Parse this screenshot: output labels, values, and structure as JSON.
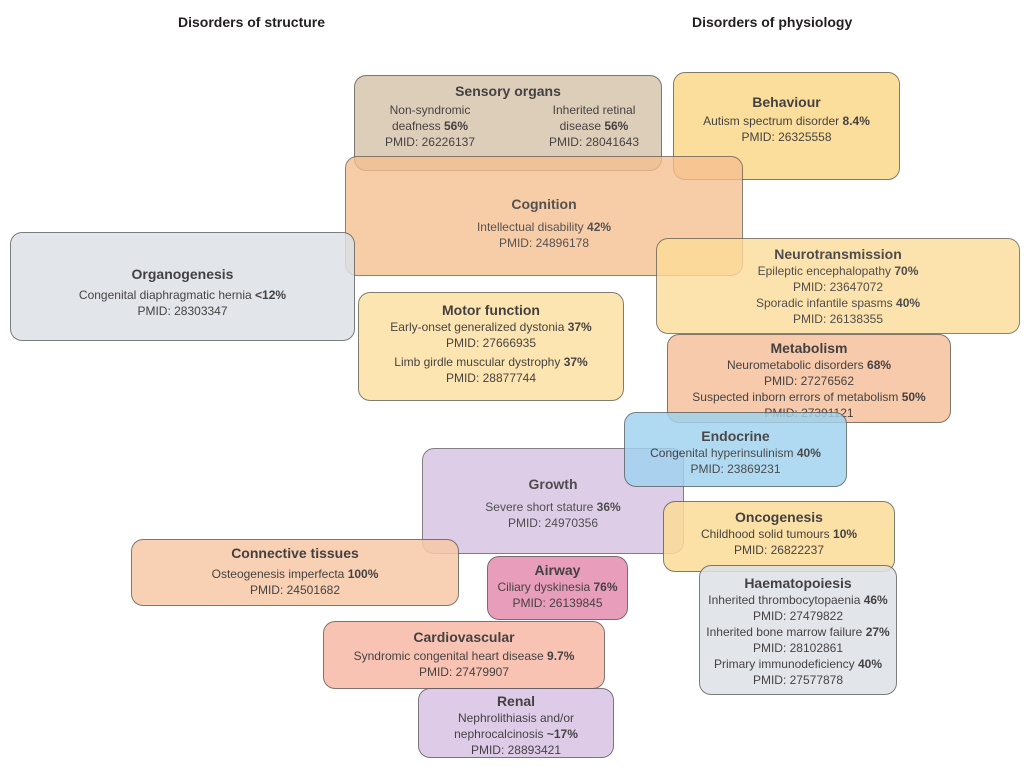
{
  "headings": {
    "structure": "Disorders of structure",
    "physiology": "Disorders of physiology"
  },
  "colors": {
    "sensory": "#d8c6ad",
    "behaviour": "#fbd98a",
    "cognition": "#f6bf8f",
    "organogenesis": "#dde1e6",
    "neurotransmission": "#fcdc98",
    "motor": "#fde1a4",
    "metabolism": "#f5c19c",
    "endocrine": "#9fd3ef",
    "growth": "#d6c1e2",
    "oncogenesis": "#fcdc98",
    "connective": "#f7c9a7",
    "airway": "#e58eae",
    "haematopoiesis": "#dde1e6",
    "cardiovascular": "#f7b9a6",
    "renal": "#d8c3e4"
  },
  "sensory": {
    "title": "Sensory organs",
    "left": {
      "l1": "Non-syndromic",
      "l2": "deafness ",
      "val": "56%",
      "pmid": "PMID: 26226137"
    },
    "right": {
      "l1": "Inherited retinal",
      "l2": "disease ",
      "val": "56%",
      "pmid": "PMID: 28041643"
    }
  },
  "behaviour": {
    "title": "Behaviour",
    "text": "Autism spectrum disorder ",
    "val": "8.4%",
    "pmid": "PMID: 26325558"
  },
  "cognition": {
    "title": "Cognition",
    "text": "Intellectual disability ",
    "val": "42%",
    "pmid": "PMID: 24896178"
  },
  "organogenesis": {
    "title": "Organogenesis",
    "text": "Congenital diaphragmatic hernia ",
    "val": "<12%",
    "pmid": "PMID: 28303347"
  },
  "neurotransmission": {
    "title": "Neurotransmission",
    "a_text": "Epileptic encephalopathy ",
    "a_val": "70%",
    "a_pmid": "PMID: 23647072",
    "b_text": "Sporadic infantile spasms ",
    "b_val": "40%",
    "b_pmid": "PMID: 26138355"
  },
  "motor": {
    "title": "Motor function",
    "a_text": "Early-onset generalized dystonia ",
    "a_val": "37%",
    "a_pmid": "PMID: 27666935",
    "b_text": "Limb girdle muscular dystrophy ",
    "b_val": "37%",
    "b_pmid": "PMID: 28877744"
  },
  "metabolism": {
    "title": "Metabolism",
    "a_text": "Neurometabolic disorders ",
    "a_val": "68%",
    "a_pmid": "PMID: 27276562",
    "b_text": "Suspected inborn errors of metabolism ",
    "b_val": "50%",
    "b_pmid": "PMID: 27391121"
  },
  "endocrine": {
    "title": "Endocrine",
    "text": "Congenital hyperinsulinism ",
    "val": "40%",
    "pmid": "PMID: 23869231"
  },
  "growth": {
    "title": "Growth",
    "text": "Severe short stature ",
    "val": "36%",
    "pmid": "PMID: 24970356"
  },
  "oncogenesis": {
    "title": "Oncogenesis",
    "text": "Childhood solid tumours ",
    "val": "10%",
    "pmid": "PMID: 26822237"
  },
  "connective": {
    "title": "Connective tissues",
    "text": "Osteogenesis imperfecta ",
    "val": "100%",
    "pmid": "PMID: 24501682"
  },
  "airway": {
    "title": "Airway",
    "text": "Ciliary dyskinesia ",
    "val": "76%",
    "pmid": "PMID: 26139845"
  },
  "haematopoiesis": {
    "title": "Haematopoiesis",
    "a_text": "Inherited thrombocytopaenia ",
    "a_val": "46%",
    "a_pmid": "PMID: 27479822",
    "b_text": "Inherited bone marrow failure ",
    "b_val": "27%",
    "b_pmid": "PMID: 28102861",
    "c_text": "Primary immunodeficiency ",
    "c_val": "40%",
    "c_pmid": "PMID: 27577878"
  },
  "cardiovascular": {
    "title": "Cardiovascular",
    "text": "Syndromic congenital heart disease ",
    "val": "9.7%",
    "pmid": "PMID: 27479907"
  },
  "renal": {
    "title": "Renal",
    "text1": "Nephrolithiasis and/or",
    "text2": "nephrocalcinosis ",
    "val": "~17%",
    "pmid": "PMID: 28893421"
  }
}
